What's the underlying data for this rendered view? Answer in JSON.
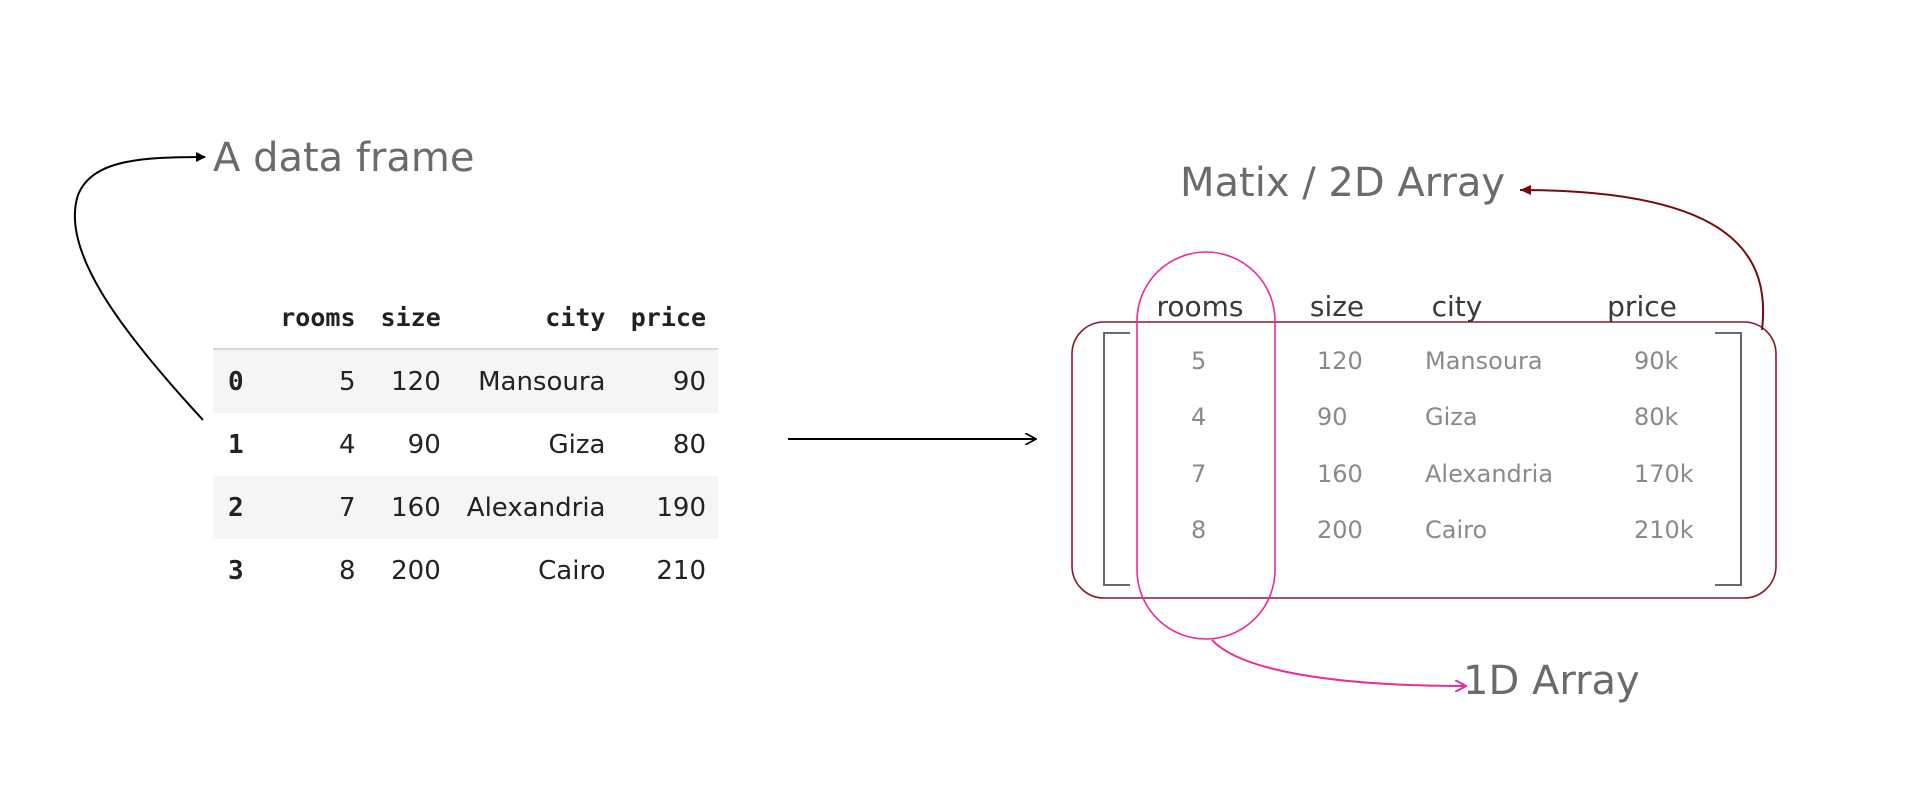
{
  "labels": {
    "dataframe": "A data frame",
    "matrix": "Matix / 2D Array",
    "array1d": "1D Array"
  },
  "dataframe": {
    "columns": [
      "",
      "rooms",
      "size",
      "city",
      "price"
    ],
    "rows": [
      [
        "0",
        "5",
        "120",
        "Mansoura",
        "90"
      ],
      [
        "1",
        "4",
        "90",
        "Giza",
        "80"
      ],
      [
        "2",
        "7",
        "160",
        "Alexandria",
        "190"
      ],
      [
        "3",
        "8",
        "200",
        "Cairo",
        "210"
      ]
    ]
  },
  "matrix": {
    "columns": [
      "rooms",
      "size",
      "city",
      "price"
    ],
    "rows": [
      [
        "5",
        "120",
        "Mansoura",
        "90k"
      ],
      [
        "4",
        "90",
        "Giza",
        "80k"
      ],
      [
        "7",
        "160",
        "Alexandria",
        "170k"
      ],
      [
        "8",
        "200",
        "Cairo",
        "210k"
      ]
    ]
  },
  "colors": {
    "matrix_border": "#8b1a2b",
    "array1d_accent": "#ee2a97",
    "matrix_arrow": "#7a0a0a",
    "text_gray": "#6b6b6b"
  }
}
